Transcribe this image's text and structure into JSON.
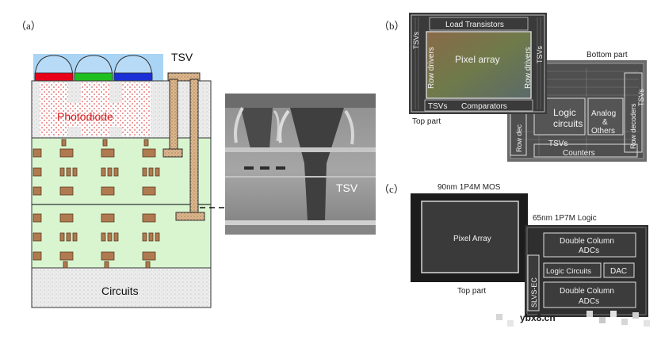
{
  "labels": {
    "panel_a": "（a）",
    "panel_b": "（b）",
    "panel_c": "（c）"
  },
  "panel_a": {
    "tsv_label": "TSV",
    "photodiode_label": "Photodiode",
    "circuits_label": "Circuits",
    "sem_tsv_label": "TSV"
  },
  "panel_b": {
    "top_part_caption": "Top part",
    "bottom_part_caption": "Bottom part",
    "top_chip": {
      "load_transistors": "Load Transistors",
      "pixel_array": "Pixel array",
      "row_drivers_left": "Row drivers",
      "row_drivers_right": "Row drivers",
      "tsvs_left": "TSVs",
      "tsvs_right": "TSVs",
      "bottom_bar_tsvs": "TSVs",
      "bottom_bar_comparators": "Comparators"
    },
    "bottom_chip": {
      "logic_circuits_line1": "Logic",
      "logic_circuits_line2": "circuits",
      "analog_line1": "Analog",
      "analog_line2": "&",
      "analog_line3": "Others",
      "row_decoders_right": "Row decoders",
      "row_decoders_left": "Row dec",
      "tsvs_right": "TSVs",
      "tsvs_center": "TSVs",
      "counters": "Counters"
    }
  },
  "panel_c": {
    "top_process": "90nm 1P4M MOS",
    "bottom_process": "65nm 1P7M Logic",
    "top_part_caption": "Top part",
    "pixel_array": "Pixel Array",
    "double_column_adcs_top": "Double Column ADCs",
    "logic_circuits": "Logic Circuits",
    "dac": "DAC",
    "double_column_adcs_bottom": "Double Column ADCs",
    "slvs_ec": "SLVS-EC"
  },
  "watermark": "ybx8.cn",
  "colors": {
    "lens_blue": "#a9d4f5",
    "filter_red": "#e8001b",
    "filter_green": "#1fbf1f",
    "filter_blue": "#1a2fd6",
    "photodiode_text": "#d01f1f",
    "wiring_green": "#d9f5d0",
    "metal_brown": "#b07a50",
    "tsv_fill": "#d9b48a"
  }
}
